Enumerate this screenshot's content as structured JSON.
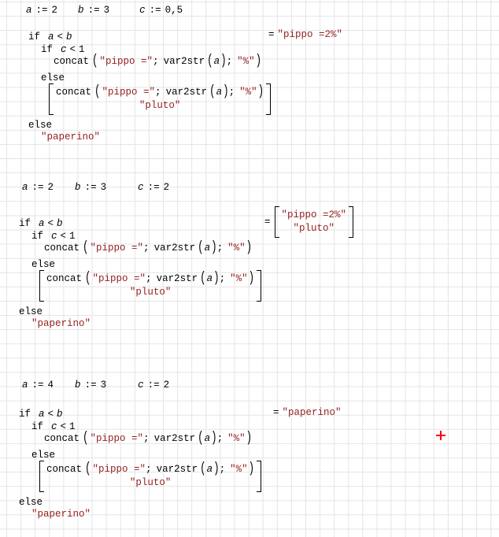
{
  "app": {
    "type": "math-worksheet"
  },
  "colors": {
    "code_text": "#000000",
    "string_text": "#941f1f",
    "grid_line": "#e4e4e4",
    "cursor": "#ff0000"
  },
  "tokens": {
    "kw_if": "if",
    "kw_else": "else",
    "fn_concat": "concat",
    "fn_var2str": "var2str",
    "op_assign": ":=",
    "op_lt": "<",
    "op_eq": "=",
    "sep_semicolon": ";",
    "paren_open": "(",
    "paren_close": ")",
    "str_pippo_prefix": "\"pippo =\"",
    "str_percent": "\"%\"",
    "str_pluto": "\"pluto\"",
    "str_paperino": "\"paperino\""
  },
  "cursor": {
    "glyph": "+"
  },
  "blocks": [
    {
      "definitions": [
        {
          "name": "a",
          "op": ":=",
          "value": "2"
        },
        {
          "name": "b",
          "op": ":=",
          "value": "3"
        },
        {
          "name": "c",
          "op": ":=",
          "value": "0,5"
        }
      ],
      "outer_condition": {
        "lhs": "a",
        "op": "<",
        "rhs": "b"
      },
      "inner_condition": {
        "lhs": "c",
        "op": "<",
        "rhs": "1"
      },
      "concat_arg_var": "a",
      "result": {
        "display": "scalar",
        "values": [
          "\"pippo =2%\""
        ]
      }
    },
    {
      "definitions": [
        {
          "name": "a",
          "op": ":=",
          "value": "2"
        },
        {
          "name": "b",
          "op": ":=",
          "value": "3"
        },
        {
          "name": "c",
          "op": ":=",
          "value": "2"
        }
      ],
      "outer_condition": {
        "lhs": "a",
        "op": "<",
        "rhs": "b"
      },
      "inner_condition": {
        "lhs": "c",
        "op": "<",
        "rhs": "1"
      },
      "concat_arg_var": "a",
      "result": {
        "display": "matrix",
        "values": [
          "\"pippo =2%\"",
          "\"pluto\""
        ]
      }
    },
    {
      "definitions": [
        {
          "name": "a",
          "op": ":=",
          "value": "4"
        },
        {
          "name": "b",
          "op": ":=",
          "value": "3"
        },
        {
          "name": "c",
          "op": ":=",
          "value": "2"
        }
      ],
      "outer_condition": {
        "lhs": "a",
        "op": "<",
        "rhs": "b"
      },
      "inner_condition": {
        "lhs": "c",
        "op": "<",
        "rhs": "1"
      },
      "concat_arg_var": "a",
      "result": {
        "display": "scalar",
        "values": [
          "\"paperino\""
        ]
      }
    }
  ]
}
